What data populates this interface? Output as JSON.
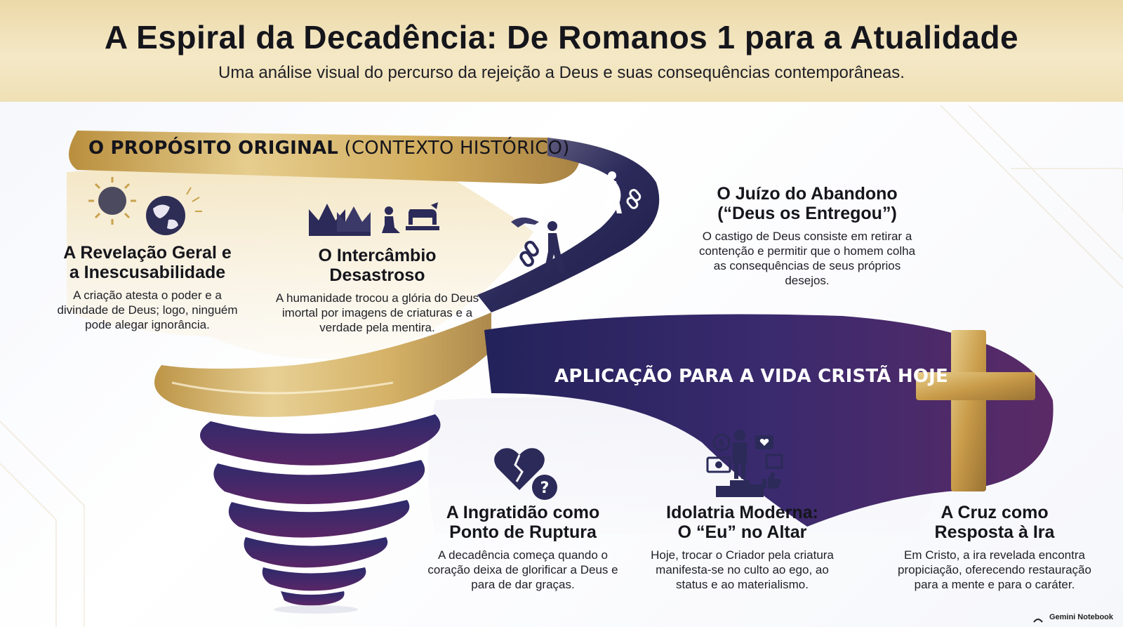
{
  "header": {
    "title": "A Espiral da Decadência: De Romanos 1 para a Atualidade",
    "subtitle": "Uma análise visual do percurso da rejeição a Deus e suas consequências contemporâneas."
  },
  "section_original": {
    "label_bold": "O PROPÓSITO ORIGINAL",
    "label_rest": " (CONTEXTO HISTÓRICO)"
  },
  "section_application": {
    "label": "APLICAÇÃO PARA A VIDA CRISTÃ HOJE"
  },
  "cards": [
    {
      "title_line1": "A Revelação Geral e",
      "title_line2": "a Inescusabilidade",
      "text": "A criação atesta o poder e a divindade de Deus; logo, ninguém pode alegar ignorância.",
      "icons": [
        "sun-icon",
        "globe-icon"
      ]
    },
    {
      "title_line1": "O Intercâmbio",
      "title_line2": "Desastroso",
      "text": "A humanidade trocou a glória do Deus imortal por imagens de criaturas e a verdade pela mentira.",
      "icons": [
        "crown-icon",
        "kneeling-person-icon",
        "calf-idol-icon"
      ]
    },
    {
      "title_line1": "O Juízo do Abandono",
      "title_line2": "(“Deus os Entregou”)",
      "text": "O castigo de Deus consiste em retirar a contenção e permitir que o homem colha as consequências de seus próprios desejos.",
      "icons": [
        "releasing-hand-icon",
        "walking-away-icon",
        "broken-chain-icon"
      ]
    },
    {
      "title_line1": "A Ingratidão como",
      "title_line2": "Ponto de Ruptura",
      "text": "A decadência começa quando o coração deixa de glorificar a Deus e para de dar graças.",
      "icons": [
        "broken-heart-icon",
        "question-icon"
      ]
    },
    {
      "title_line1": "Idolatria Moderna:",
      "title_line2": "O “Eu” no Altar",
      "text": "Hoje, trocar o Criador pela criatura manifesta-se no culto ao ego, ao status e ao materialismo.",
      "icons": [
        "person-on-podium-icon",
        "money-icon",
        "like-icon"
      ]
    },
    {
      "title_line1": "A Cruz como",
      "title_line2": "Resposta à Ira",
      "text": "Em Cristo, a ira revelada encontra propiciação, oferecendo restauração para a mente e para o caráter.",
      "icons": [
        "cross-icon"
      ]
    }
  ],
  "brand": {
    "text": "Gemini Notebook"
  },
  "colors": {
    "gold": "#c9a24e",
    "gold_light": "#ecd9a8",
    "navy": "#23224f",
    "purple": "#4a2a6e",
    "plum": "#5b2a5c"
  }
}
